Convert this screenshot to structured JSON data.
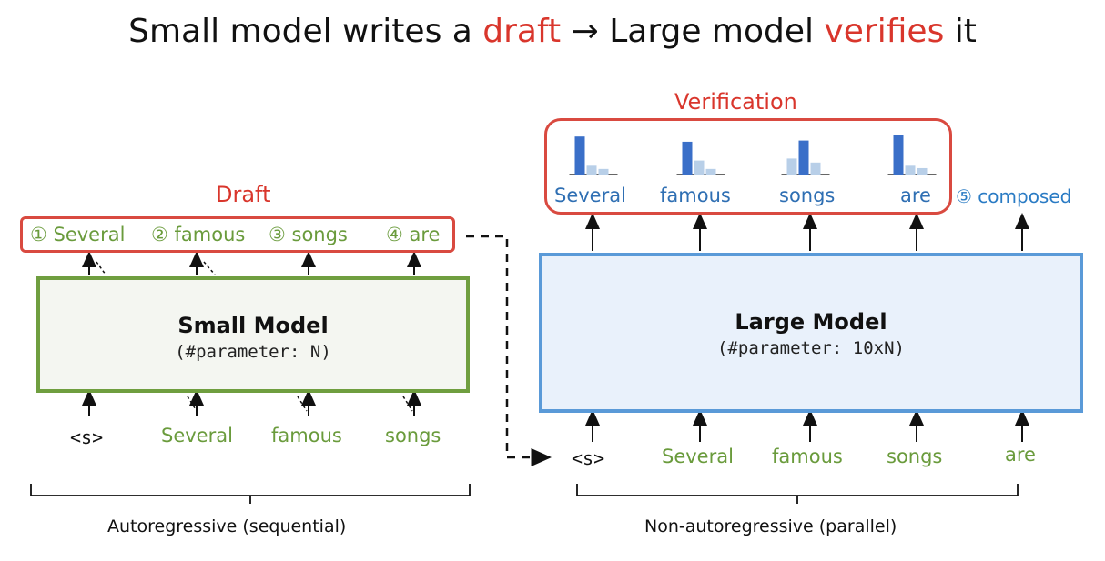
{
  "title": {
    "part1": "Small model writes a ",
    "draft": "draft",
    "part2": " → Large model ",
    "verifies": "verifies",
    "part3": " it"
  },
  "draft_label": "Draft",
  "verification_label": "Verification",
  "draft_tokens": [
    "① Several",
    "② famous",
    "③ songs",
    "④ are"
  ],
  "small_model": {
    "name": "Small Model",
    "params": "(#parameter: N)"
  },
  "large_model": {
    "name": "Large Model",
    "params": "(#parameter: 10xN)"
  },
  "small_inputs": [
    "<s>",
    "Several",
    "famous",
    "songs"
  ],
  "large_inputs": [
    "<s>",
    "Several",
    "famous",
    "songs",
    "are"
  ],
  "verified_tokens": [
    "Several",
    "famous",
    "songs",
    "are"
  ],
  "extra_token": "⑤ composed",
  "distributions": [
    [
      0.95,
      0.22,
      0.14
    ],
    [
      0.82,
      0.35,
      0.14
    ],
    [
      0.4,
      0.85,
      0.3
    ],
    [
      1.0,
      0.22,
      0.16
    ]
  ],
  "left_caption": "Autoregressive (sequential)",
  "right_caption": "Non-autoregressive (parallel)",
  "colors": {
    "red": "#d9362c",
    "green": "#6a9b3c",
    "blue": "#2f6fb3",
    "bar_strong": "#3a6fc8",
    "bar_weak": "#b8cfe8"
  }
}
